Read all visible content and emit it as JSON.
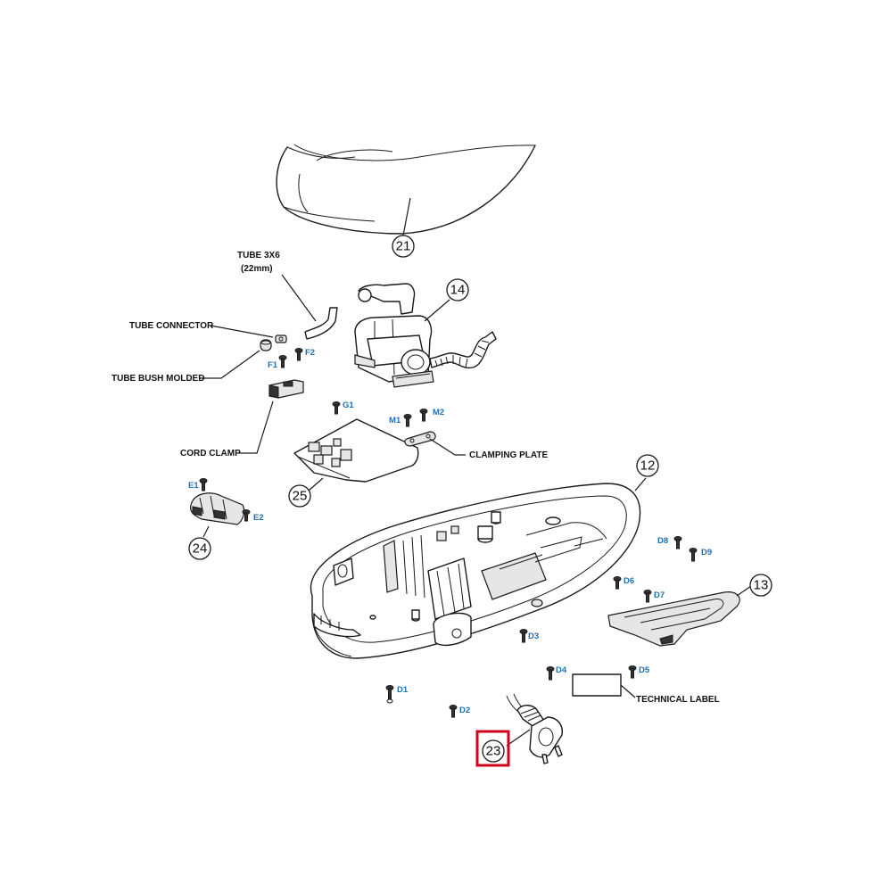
{
  "callouts": {
    "c21": "21",
    "c14": "14",
    "c12": "12",
    "c13": "13",
    "c25": "25",
    "c24": "24",
    "c23": "23"
  },
  "labels": {
    "tube_line1": "TUBE 3X6",
    "tube_line2": "(22mm)",
    "tube_connector": "TUBE CONNECTOR",
    "tube_bush": "TUBE BUSH MOLDED",
    "cord_clamp": "CORD CLAMP",
    "clamping_plate": "CLAMPING PLATE",
    "technical_label": "TECHNICAL LABEL"
  },
  "screws": {
    "f1": "F1",
    "f2": "F2",
    "g1": "G1",
    "m1": "M1",
    "m2": "M2",
    "e1": "E1",
    "e2": "E2",
    "d1": "D1",
    "d2": "D2",
    "d3": "D3",
    "d4": "D4",
    "d5": "D5",
    "d6": "D6",
    "d7": "D7",
    "d8": "D8",
    "d9": "D9"
  },
  "colors": {
    "screw_code": "#1f6fb5",
    "highlight": "#d0021b",
    "line": "#1a1a1a"
  }
}
